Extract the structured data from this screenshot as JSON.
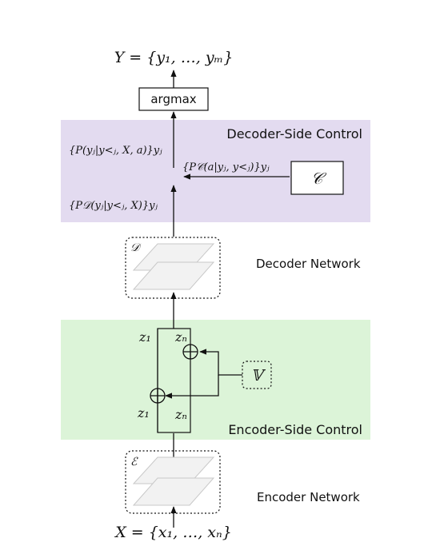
{
  "colors": {
    "decoder_band": "#e3dbf0",
    "encoder_band": "#dcf4d8",
    "stroke": "#111111",
    "layer_fill": "#f2f2f2",
    "layer_stroke": "#c8c8c8"
  },
  "output_formula": "Y = {y₁, …, yₘ}",
  "input_formula": "X = {x₁, …, xₙ}",
  "argmax_label": "argmax",
  "decoder_control": {
    "title": "Decoder-Side Control",
    "p_controlled": "{P(yⱼ|y<ⱼ, X, a)}yⱼ",
    "p_constraint": "{P𝒞(a|yⱼ, y<ⱼ)}yⱼ",
    "p_decoder": "{P𝒟(yⱼ|y<ⱼ, X)}yⱼ",
    "constraint_symbol": "𝒞"
  },
  "decoder_network": {
    "symbol": "𝒟",
    "label": "Decoder Network"
  },
  "encoder_control": {
    "title": "Encoder-Side Control",
    "z1_top": "z₁",
    "zn_top": "zₙ",
    "z1_bottom": "z₁",
    "zn_bottom": "zₙ",
    "vector_symbol": "𝕍"
  },
  "encoder_network": {
    "symbol": "ℰ",
    "label": "Encoder Network"
  }
}
